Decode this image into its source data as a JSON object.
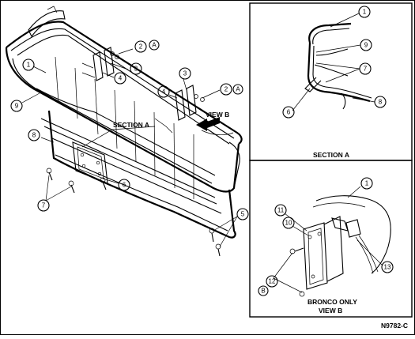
{
  "callouts": {
    "c1": "1",
    "c2a": "2",
    "c2b": "2",
    "a1": "A",
    "a2": "A",
    "c3a": "3",
    "c3b": "3",
    "c4a": "4",
    "c4b": "4",
    "c5": "5",
    "c6": "6",
    "c7": "7",
    "c8": "8",
    "c9": "9",
    "s1": "1",
    "s9": "9",
    "s7": "7",
    "s6": "6",
    "s8": "8",
    "v1": "1",
    "v11": "11",
    "v10": "10",
    "v12": "12",
    "v13": "13",
    "vB": "B"
  },
  "labels": {
    "section_a_main": "SECTION A",
    "view_b_main": "VIEW B",
    "section_a_title": "SECTION A",
    "bronco_only": "BRONCO ONLY",
    "view_b_title": "VIEW B",
    "figure_id": "N9782-C"
  }
}
